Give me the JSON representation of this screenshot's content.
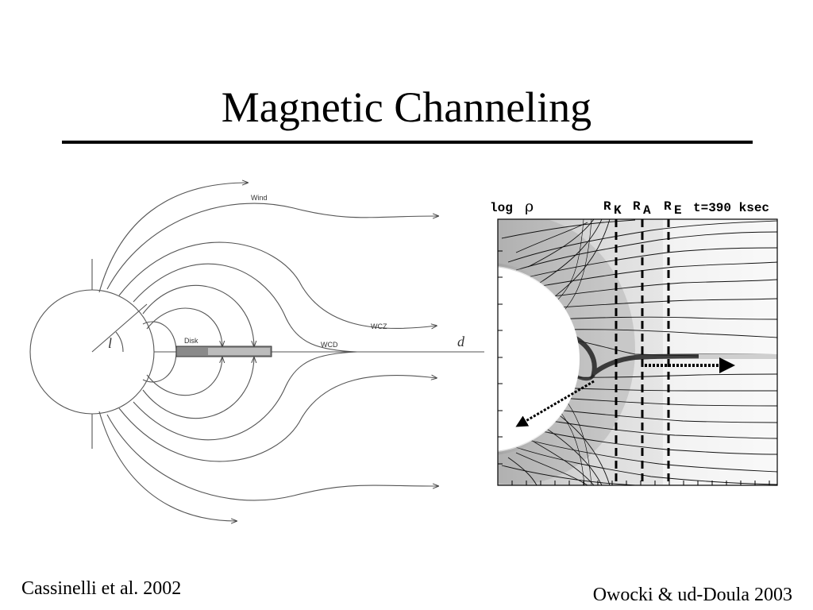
{
  "slide": {
    "title": "Magnetic Channeling",
    "credit_left": "Cassinelli et al. 2002",
    "credit_right": "Owocki & ud-Doula 2003"
  },
  "left_figure": {
    "label_wind": "Wind",
    "label_wcz": "WCZ",
    "label_wcd": "WCD",
    "label_disk": "Disk",
    "label_d": "d",
    "label_l": "l"
  },
  "right_figure": {
    "label_log": "log",
    "label_rho": "ρ",
    "label_r": "R",
    "sub_k": "K",
    "sub_a": "A",
    "sub_e": "E",
    "label_time": "t=390 ksec"
  }
}
